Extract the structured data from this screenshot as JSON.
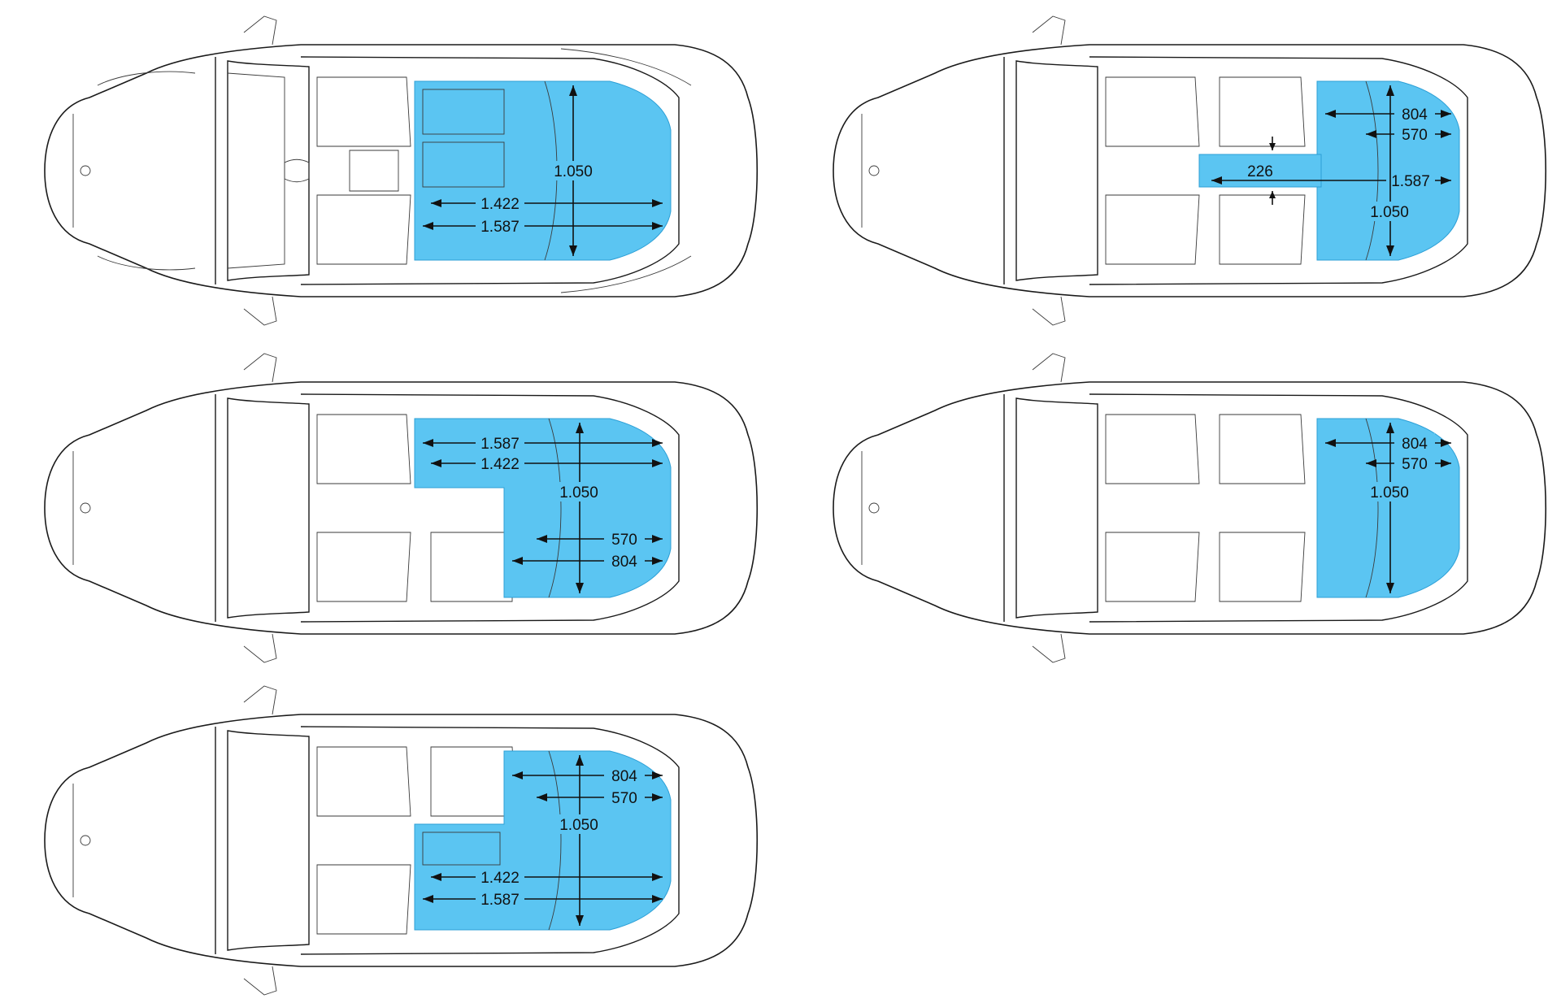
{
  "colors": {
    "cargo": "#5bc5f2",
    "outline": "#1a1a1a",
    "background": "#ffffff"
  },
  "diagrams": [
    {
      "id": "config-1",
      "description_layout": "all-seats-folded-left",
      "dimensions": {
        "width_front": "1.422",
        "width_rear": "1.587",
        "depth": "1.050"
      }
    },
    {
      "id": "config-2",
      "dimensions": {
        "top": "804",
        "mid": "570",
        "width": "1.587",
        "depth": "1.050",
        "center": "226"
      }
    },
    {
      "id": "config-3",
      "dimensions": {
        "width_rear": "1.587",
        "width_front": "1.422",
        "depth": "1.050",
        "mid": "570",
        "top": "804"
      }
    },
    {
      "id": "config-4",
      "dimensions": {
        "top": "804",
        "mid": "570",
        "depth": "1.050"
      }
    },
    {
      "id": "config-5",
      "dimensions": {
        "top": "804",
        "mid": "570",
        "depth": "1.050",
        "width_front": "1.422",
        "width_rear": "1.587"
      }
    }
  ]
}
